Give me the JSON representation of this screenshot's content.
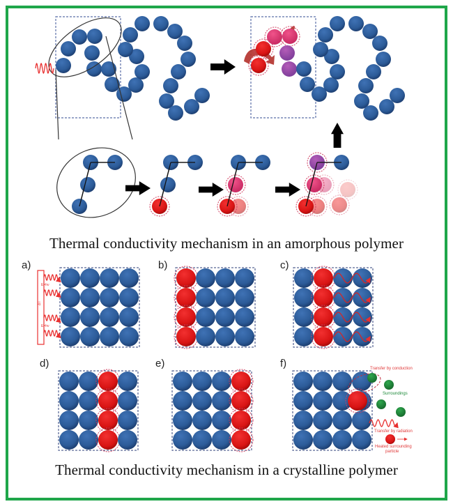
{
  "captions": {
    "amorphous": "Thermal conductivity mechanism in an amorphous  polymer",
    "crystalline": "Thermal conductivity mechanism in a crystalline polymer"
  },
  "panels": {
    "a": "a)",
    "b": "b)",
    "c": "c)",
    "d": "d)",
    "e": "e)",
    "f": "f)"
  },
  "annotations": {
    "photon_energy": "E=hν",
    "heat_source": "ΔT",
    "transfer_conduction": "Transfer by conduction",
    "surroundings": "Surroundings",
    "transfer_radiation": "Transfer by radiation",
    "heated_particle_line1": "Heated surrounding",
    "heated_particle_line2": "particle"
  },
  "colors": {
    "frame": "#1fa64a",
    "atom_cold": "#2f5f9e",
    "atom_hot": "#e01818",
    "atom_warm": "#e8427a",
    "atom_transition": "#a24fa8",
    "surroundings": "#1e8a3a",
    "heat_wave": "#e83030"
  }
}
